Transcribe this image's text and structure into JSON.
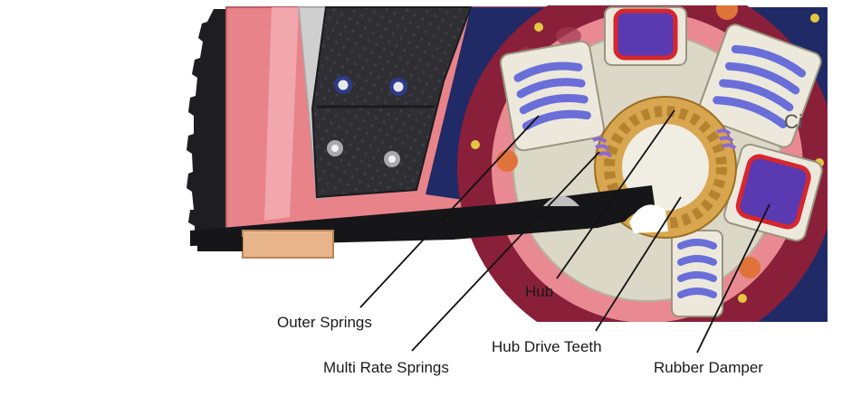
{
  "labels": {
    "outer_springs": "Outer Springs",
    "multi_rate_springs": "Multi Rate Springs",
    "hub": "Hub",
    "hub_drive_teeth": "Hub Drive Teeth",
    "rubber_damper": "Rubber Damper"
  },
  "colors": {
    "flywheel": "#e8838a",
    "friction_lining": "#2b2b2e",
    "plate_gray": "#cfcfcf",
    "hub_plate": "#dcd8c8",
    "spring_blue": "#6a6ed8",
    "damper_purple": "#5a3ab0",
    "hub_gold": "#d9a650",
    "cover_maroon": "#8a1f3a",
    "navy": "#1f2a66",
    "pointer": "#111111"
  }
}
